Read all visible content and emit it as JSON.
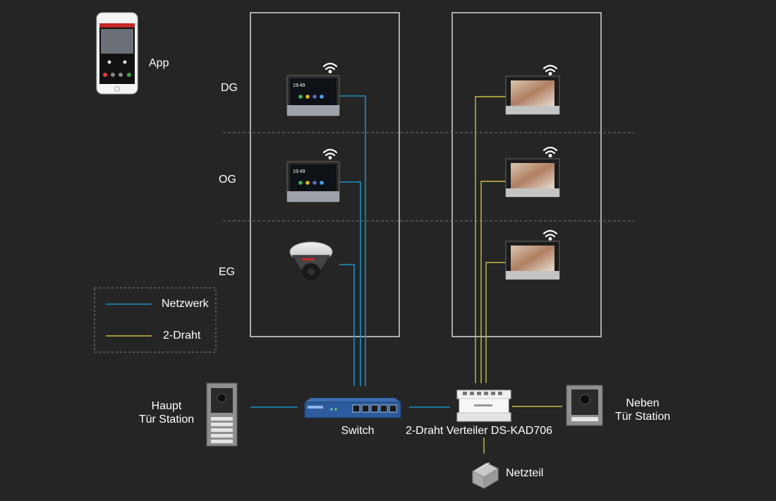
{
  "floors": {
    "dg": "DG",
    "og": "OG",
    "eg": "EG"
  },
  "app": {
    "label": "App"
  },
  "legend": {
    "network": "Netzwerk",
    "two_wire": "2-Draht"
  },
  "devices": {
    "main_door_line1": "Haupt",
    "main_door_line2": "Tür Station",
    "switch": "Switch",
    "distributor": "2-Draht Verteiler DS-KAD706",
    "side_door_line1": "Neben",
    "side_door_line2": "Tür Station",
    "power_supply": "Netzteil"
  },
  "screens": {
    "clock": "19:49"
  },
  "colors": {
    "background": "#252525",
    "network": "#1d8ec5",
    "two_wire": "#c8c040",
    "panel_border": "#d8d8d8",
    "divider": "#777777"
  }
}
